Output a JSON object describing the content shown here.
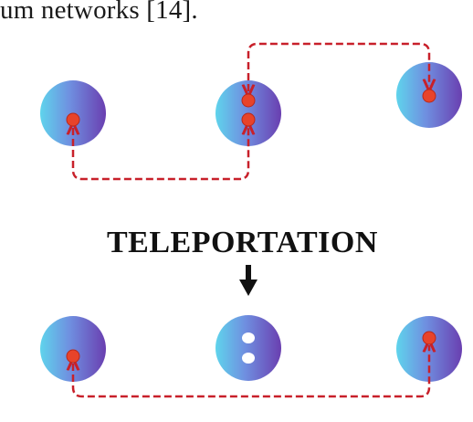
{
  "caption_fragment": "um networks [14].",
  "diagram": {
    "process_label": "TELEPORTATION",
    "colors": {
      "node_gradient_light": "#5fd4ec",
      "node_gradient_mid": "#6f8fe0",
      "node_gradient_dark": "#6a3fb0",
      "entanglement_link": "#c8202a",
      "qubit_dot": "#e8432a",
      "arrow": "#111111",
      "empty_slot": "#ffffff"
    },
    "states": [
      {
        "name": "before",
        "nodes": [
          {
            "id": "A",
            "qubits": 1
          },
          {
            "id": "B",
            "qubits": 2
          },
          {
            "id": "C",
            "qubits": 1
          }
        ],
        "links": [
          [
            "A",
            "B"
          ],
          [
            "B",
            "C"
          ]
        ]
      },
      {
        "name": "after",
        "nodes": [
          {
            "id": "A",
            "qubits": 1
          },
          {
            "id": "B",
            "qubits": 0,
            "free_slots": 2
          },
          {
            "id": "C",
            "qubits": 1
          }
        ],
        "links": [
          [
            "A",
            "C"
          ]
        ]
      }
    ]
  }
}
